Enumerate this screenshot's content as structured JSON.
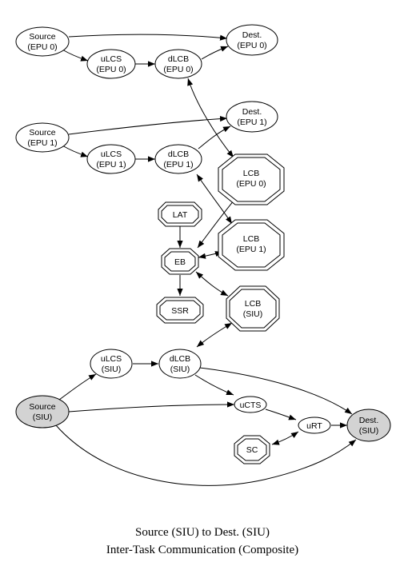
{
  "nodes": {
    "source_epu0": [
      "Source",
      "(EPU 0)"
    ],
    "dest_epu0": [
      "Dest.",
      "(EPU 0)"
    ],
    "ulcs_epu0": [
      "uLCS",
      "(EPU 0)"
    ],
    "dlcb_epu0": [
      "dLCB",
      "(EPU 0)"
    ],
    "source_epu1": [
      "Source",
      "(EPU 1)"
    ],
    "dest_epu1": [
      "Dest.",
      "(EPU 1)"
    ],
    "ulcs_epu1": [
      "uLCS",
      "(EPU 1)"
    ],
    "dlcb_epu1": [
      "dLCB",
      "(EPU 1)"
    ],
    "lcb_epu0": [
      "LCB",
      "(EPU 0)"
    ],
    "lat": [
      "LAT"
    ],
    "lcb_epu1": [
      "LCB",
      "(EPU 1)"
    ],
    "eb": [
      "EB"
    ],
    "ssr": [
      "SSR"
    ],
    "lcb_siu": [
      "LCB",
      "(SIU)"
    ],
    "ulcs_siu": [
      "uLCS",
      "(SIU)"
    ],
    "dlcb_siu": [
      "dLCB",
      "(SIU)"
    ],
    "source_siu": [
      "Source",
      "(SIU)"
    ],
    "ucts": [
      "uCTS"
    ],
    "urt": [
      "uRT"
    ],
    "dest_siu": [
      "Dest.",
      "(SIU)"
    ],
    "sc": [
      "SC"
    ]
  },
  "caption": {
    "line1": "Source (SIU) to Dest. (SIU)",
    "line2": "Inter-Task Communication (Composite)"
  }
}
